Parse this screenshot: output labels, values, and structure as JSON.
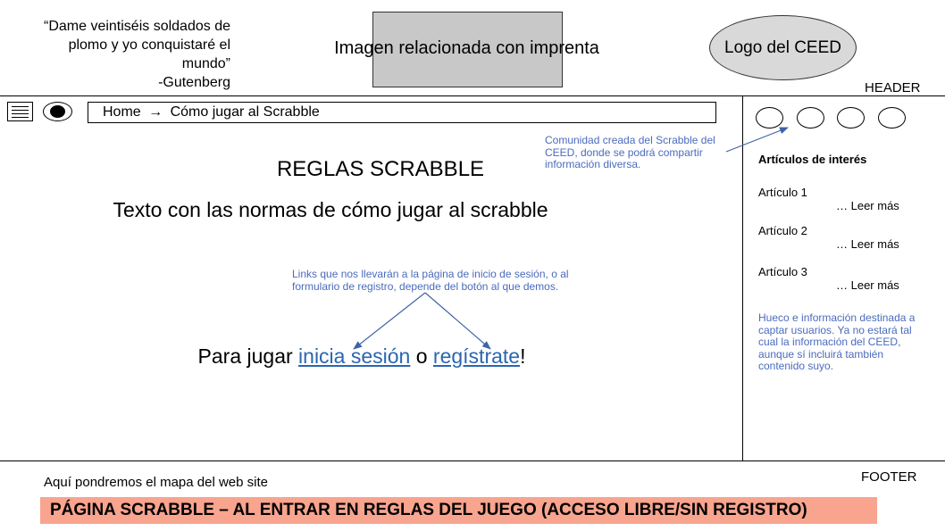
{
  "header": {
    "quote_line1": "“Dame veintiséis soldados de",
    "quote_line2": "plomo y yo conquistaré el",
    "quote_line3": "mundo”",
    "quote_author": "-Gutenberg",
    "image_caption": "Imagen relacionada con imprenta",
    "logo_text": "Logo del CEED",
    "section_tag": "HEADER"
  },
  "nav": {
    "breadcrumb_home": "Home",
    "breadcrumb_arrow": "→",
    "breadcrumb_current": "Cómo jugar al Scrabble"
  },
  "main": {
    "title": "REGLAS SCRABBLE",
    "intro": "Texto con las normas de cómo jugar al scrabble",
    "links_note_line1": "Links que nos llevarán a la página de inicio de sesión, o al",
    "links_note_line2": "formulario de registro, depende del botón al que demos.",
    "cta_prefix": "Para jugar ",
    "cta_login": "inicia sesión",
    "cta_middle": " o ",
    "cta_register": "regístrate",
    "cta_suffix": "!"
  },
  "aside": {
    "community_note_line1": "Comunidad creada del Scrabble del",
    "community_note_line2": "CEED, donde se podrá compartir",
    "community_note_line3": "información diversa.",
    "articles_title": "Artículos de interés",
    "articles": [
      {
        "label": "Artículo 1",
        "more": "… Leer más"
      },
      {
        "label": "Artículo 2",
        "more": "… Leer más"
      },
      {
        "label": "Artículo 3",
        "more": "… Leer más"
      }
    ],
    "users_note_lines": [
      "Hueco e información destinada a",
      "captar usuarios. Ya no estará tal",
      "cual la información del CEED,",
      "aunque sí incluirá también",
      "contenido suyo."
    ]
  },
  "footer": {
    "section_tag": "FOOTER",
    "sitemap_text": "Aquí pondremos el mapa del web site",
    "banner": "PÁGINA SCRABBLE – AL ENTRAR EN REGLAS DEL JUEGO (ACCESO LIBRE/SIN REGISTRO)"
  },
  "colors": {
    "annotation": "#4a6bbd",
    "link": "#2a66b0",
    "banner_bg": "#f8a48e",
    "placeholder_gray": "#c8c8c8"
  }
}
